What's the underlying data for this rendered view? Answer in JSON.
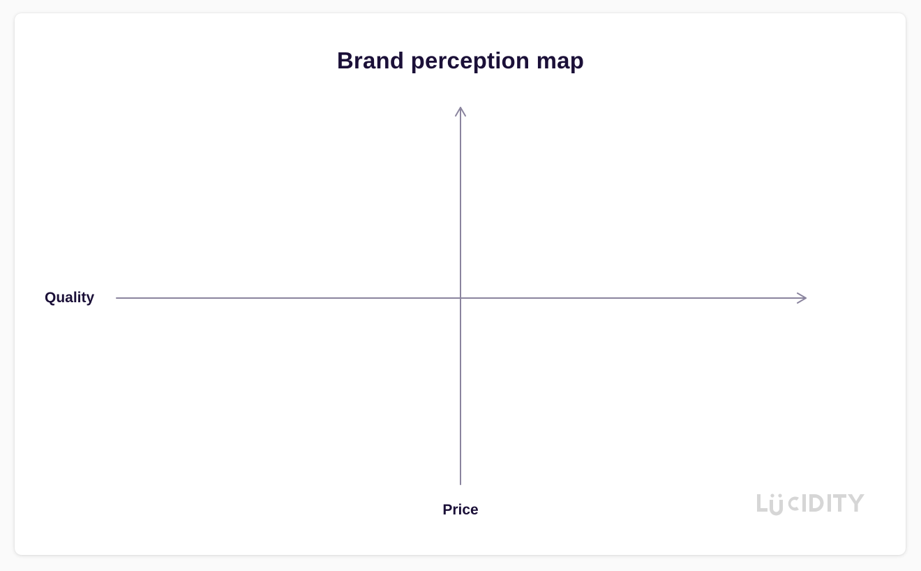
{
  "title": "Brand perception map",
  "axes": {
    "horizontal_label": "Quality",
    "vertical_label": "Price",
    "line_color": "#8a849e"
  },
  "watermark": {
    "text": "LUCIDITY",
    "color": "#d6d6d6",
    "icon": "lucidity-logo"
  },
  "colors": {
    "text": "#1b1038",
    "background": "#ffffff"
  }
}
